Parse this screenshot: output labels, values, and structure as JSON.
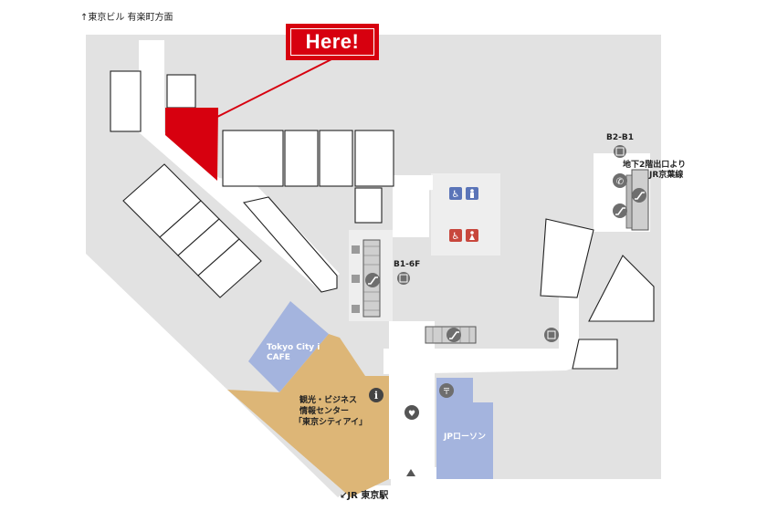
{
  "labels": {
    "top_direction": "↑東京ビル 有楽町方面",
    "here": "Here!",
    "b2_b1": "B2-B1",
    "keiyo_1": "地下2階出口より",
    "keiyo_2": "JR京葉線",
    "b1_6f": "B1-6F",
    "tokyo_city_1": "Tokyo City i",
    "tokyo_city_2": "CAFE",
    "tourism_1": "観光・ビジネス",
    "tourism_2": "情報センター",
    "tourism_3": "「東京シティアイ」",
    "jp_lawson": "JPローソン",
    "bottom_direction": "↙JR 東京駅"
  },
  "colors": {
    "floor": "#e2e2e2",
    "shop": "#ffffff",
    "here_shop": "#d7000f",
    "tokyo_city_cafe": "#a4b4de",
    "tourism_center": "#ddb677",
    "jp_lawson": "#a4b4de",
    "icon_dark": "#6e6e6e",
    "restroom_accessible": "#5a74b8",
    "restroom_female": "#c8473d"
  },
  "icons": [
    "elevator-icon",
    "phone-icon",
    "escalator-icon",
    "wheelchair-icon",
    "male-icon",
    "female-icon",
    "info-icon",
    "aed-icon",
    "postbox-icon",
    "coin-locker-icon",
    "up-arrow-icon"
  ]
}
